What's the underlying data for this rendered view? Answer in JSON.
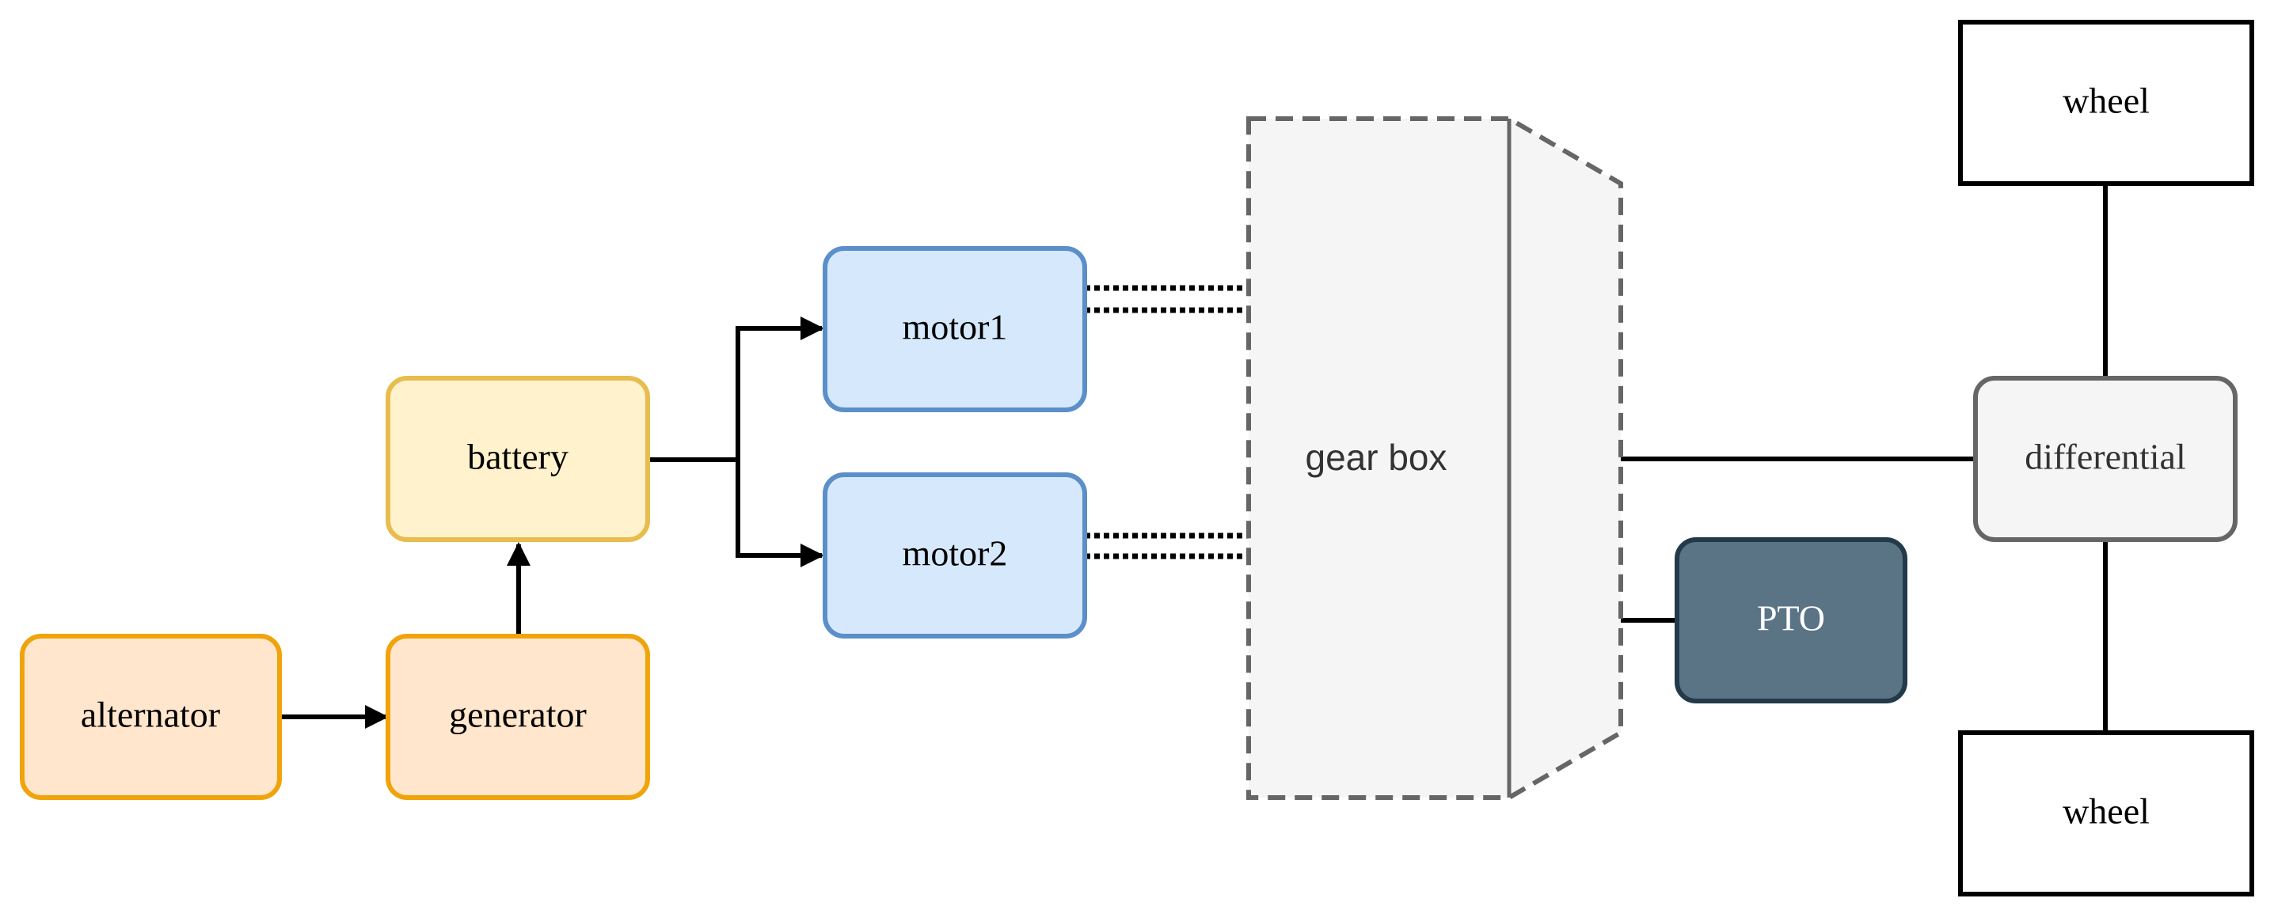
{
  "nodes": {
    "alternator": "alternator",
    "generator": "generator",
    "battery": "battery",
    "motor1": "motor1",
    "motor2": "motor2",
    "gearbox": "gear box",
    "pto": "PTO",
    "differential": "differential",
    "wheel_top": "wheel",
    "wheel_bottom": "wheel"
  },
  "colors": {
    "orange_fill": "#ffe6cc",
    "orange_stroke": "#f0a30a",
    "yellow_fill": "#fff2cc",
    "yellow_stroke": "#e8bc4d",
    "blue_fill": "#d6e8fc",
    "blue_stroke": "#5b8fc9",
    "gray_fill": "#f5f5f5",
    "gray_stroke": "#666666",
    "pto_fill": "#5a7385",
    "pto_stroke": "#233a4a",
    "line": "#000000"
  }
}
